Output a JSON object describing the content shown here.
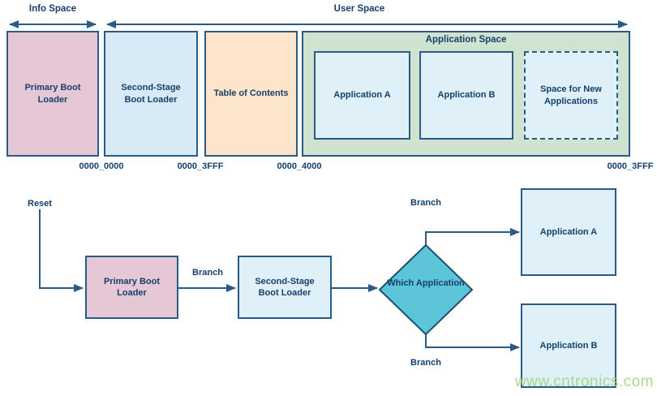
{
  "memory_map": {
    "info_space_label": "Info Space",
    "user_space_label": "User Space",
    "application_space_label": "Application Space",
    "blocks": {
      "primary_boot_loader": "Primary Boot Loader",
      "second_stage_boot_loader": "Second-Stage Boot Loader",
      "table_of_contents": "Table of Contents",
      "application_a": "Application A",
      "application_b": "Application B",
      "space_for_new_applications": "Space for New Applications"
    },
    "addresses": [
      "0000_0000",
      "0000_3FFF",
      "0000_4000",
      "0000_3FFF"
    ]
  },
  "flowchart": {
    "reset_label": "Reset",
    "branch_label_1": "Branch",
    "branch_label_2": "Branch",
    "branch_label_3": "Branch",
    "primary_boot_loader": "Primary Boot Loader",
    "second_stage_boot_loader": "Second-Stage Boot Loader",
    "decision": "Which Application",
    "application_a": "Application A",
    "application_b": "Application B"
  },
  "watermark": "www.cntronics.com",
  "colors": {
    "pink_block": "#e5c7d6",
    "light_blue_block": "#d7eaf6",
    "peach_block": "#fce5cb",
    "green_container": "#d0e3d1",
    "app_blue_block": "#dff0f9",
    "decision_teal": "#5cc5d8",
    "line_navy": "#2a5a86",
    "text_navy": "#15406b",
    "watermark_green": "#a3d67f"
  }
}
